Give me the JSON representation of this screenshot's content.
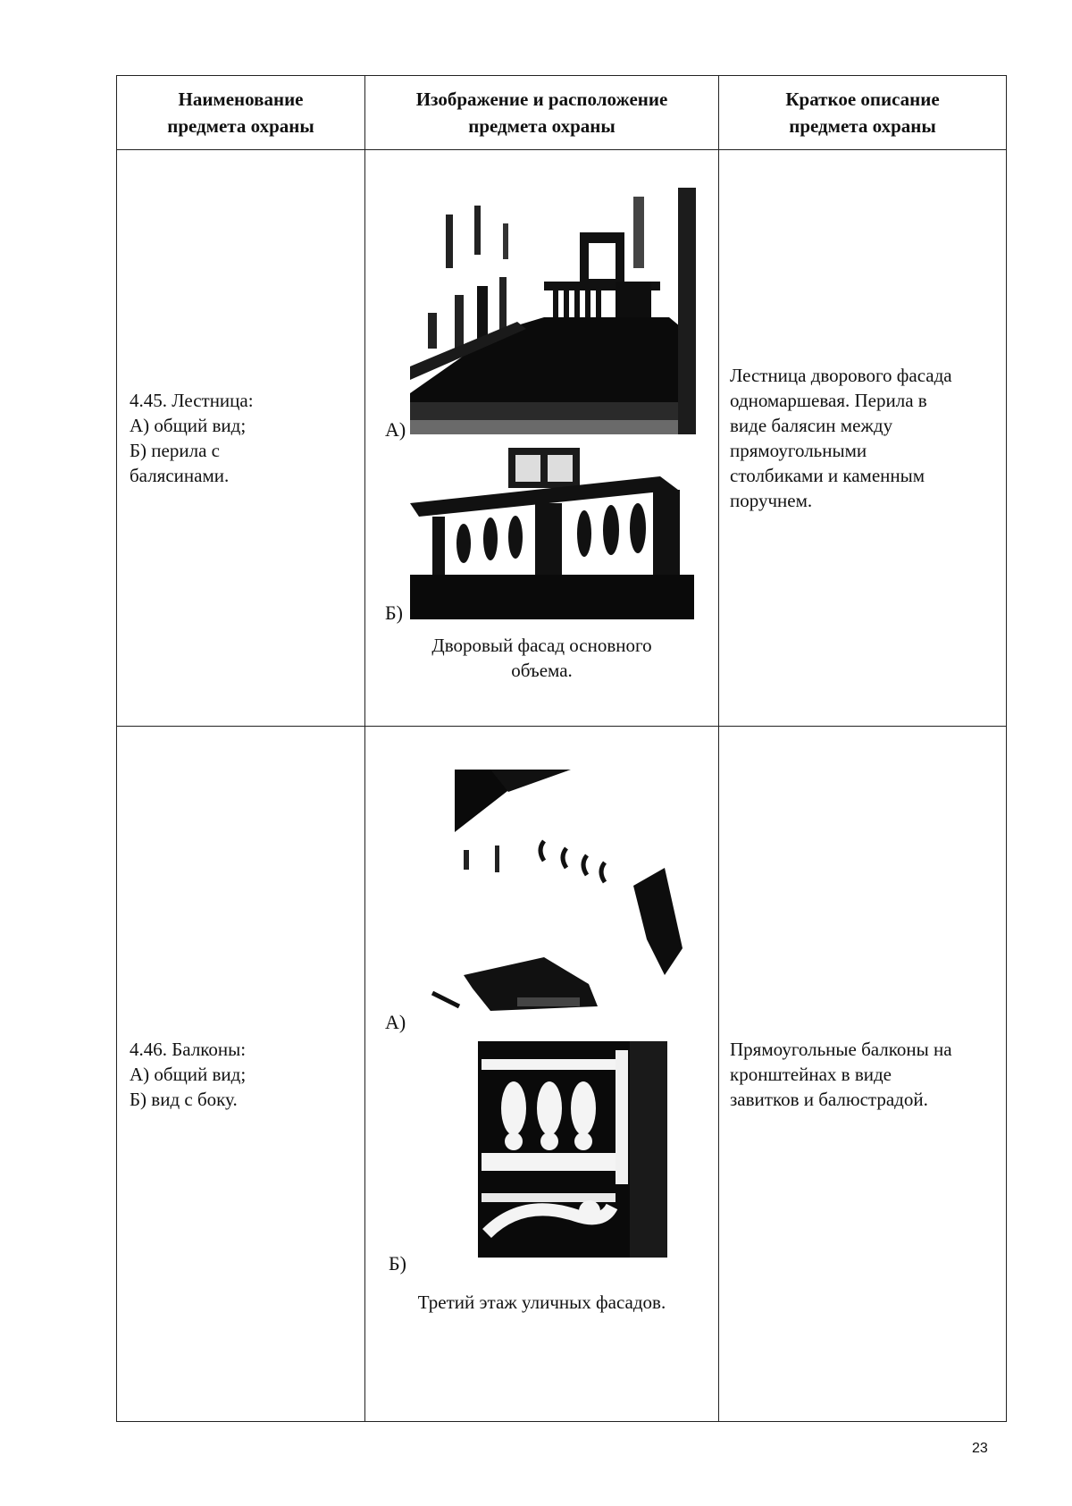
{
  "table": {
    "headers": [
      "Наименование предмета охраны",
      "Изображение и расположение предмета охраны",
      "Краткое описание предмета охраны"
    ],
    "rows": [
      {
        "name_lines": [
          "4.45.  Лестница:",
          "А) общий вид;",
          "Б) перила с",
          "балясинами."
        ],
        "label_a": "А)",
        "label_b": "Б)",
        "caption": "Дворовый фасад основного объема.",
        "desc_lines": [
          "Лестница дворового фасада",
          "одномаршевая. Перила в",
          "виде балясин между",
          "прямоугольными",
          "столбиками и каменным",
          "поручнем."
        ]
      },
      {
        "name_lines": [
          "4.46.  Балконы:",
          "А) общий вид;",
          "Б) вид с боку."
        ],
        "label_a": "А)",
        "label_b": "Б)",
        "caption": "Третий этаж уличных фасадов.",
        "desc_lines": [
          "Прямоугольные балконы на",
          "кронштейнах в виде",
          "завитков и балюстрадой."
        ]
      }
    ]
  },
  "page_number": "23"
}
